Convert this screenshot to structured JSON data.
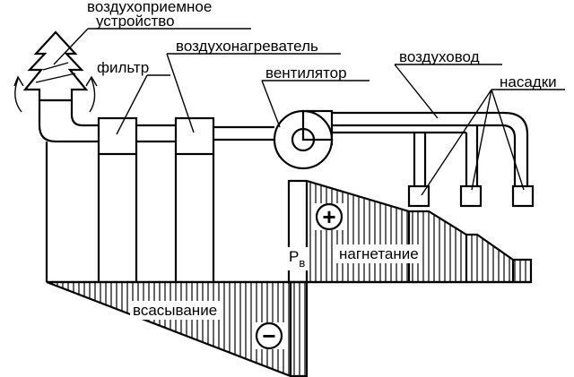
{
  "labels": {
    "intake_line1": "воздухоприемное",
    "intake_line2": "устройство",
    "filter": "фильтр",
    "heater": "воздухонагреватель",
    "fan": "вентилятор",
    "duct": "воздуховод",
    "nozzles": "насадки",
    "pressure": "P",
    "pressure_sub": "в",
    "discharge": "нагнетание",
    "suction": "всасывание",
    "plus": "+",
    "minus": "−"
  }
}
